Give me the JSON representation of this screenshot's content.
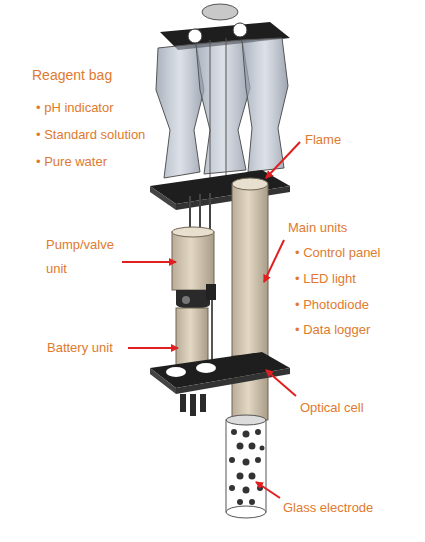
{
  "diagram": {
    "labels": [
      "Reagent bag",
      "• pH indicator",
      "• Standard solution",
      "• Pure water",
      "Flame",
      "Pump/valve unit",
      "Main units",
      "• Control panel",
      "• LED light",
      "• Photodiode",
      "• Data logger",
      "Battery unit",
      "Optical cell",
      "Glass electrode"
    ]
  }
}
